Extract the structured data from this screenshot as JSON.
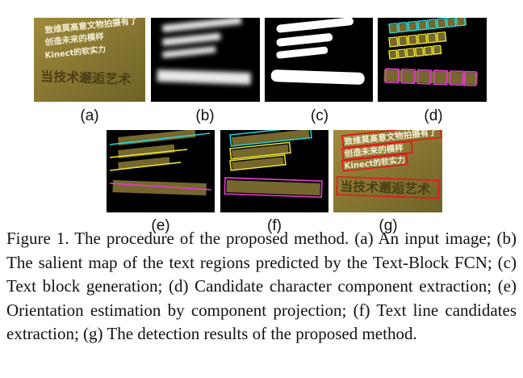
{
  "figure": {
    "panels": [
      {
        "id": "a",
        "label": "(a)",
        "lines": [
          "致维莫高意文物拍摄有了",
          "创造未来的模样",
          "Kinect的软实力",
          "当技术邂逅艺术"
        ]
      },
      {
        "id": "b",
        "label": "(b)"
      },
      {
        "id": "c",
        "label": "(c)"
      },
      {
        "id": "d",
        "label": "(d)"
      },
      {
        "id": "e",
        "label": "(e)"
      },
      {
        "id": "f",
        "label": "(f)"
      },
      {
        "id": "g",
        "label": "(g)"
      }
    ],
    "caption": "Figure 1. The procedure of the proposed method. (a) An input image; (b) The salient map of the text regions predicted by the Text-Block FCN; (c) Text block generation; (d) Candidate character component extraction; (e) Orientation estimation by component projection; (f) Text line candidates extraction; (g) The detection results of the proposed method.",
    "colors": {
      "cyan": "#22e0e8",
      "yellow": "#f2ec2a",
      "magenta": "#e83ad8",
      "red": "#e8141c",
      "photo_bg": "#8a7a36"
    }
  }
}
